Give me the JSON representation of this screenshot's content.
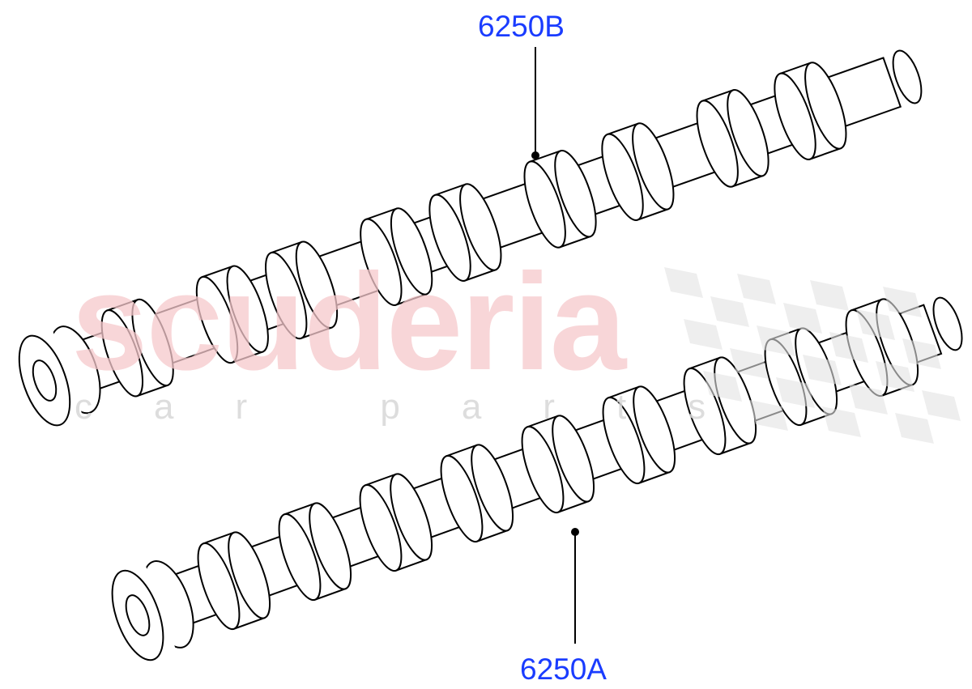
{
  "watermark": {
    "brand": "scuderia",
    "sub": "car parts"
  },
  "callouts": [
    {
      "part_number": "6250B"
    },
    {
      "part_number": "6250A"
    }
  ],
  "colors": {
    "callout": "#1a3cff",
    "line": "#000000",
    "part_fill": "#ffffff",
    "watermark": "#f6c9cc"
  }
}
